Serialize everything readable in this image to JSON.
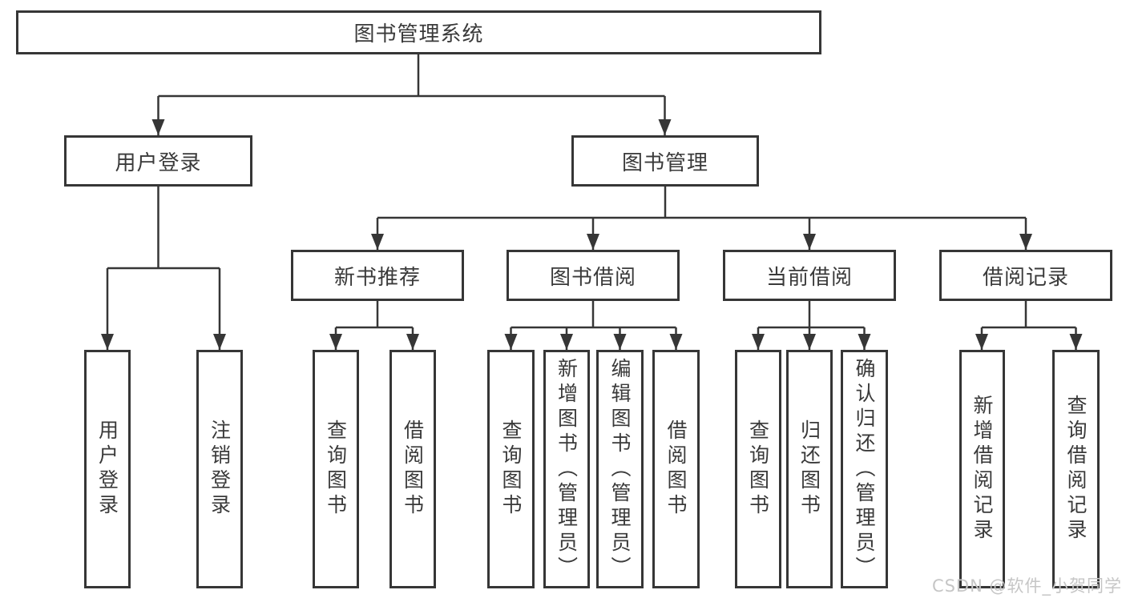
{
  "diagram": {
    "root": "图书管理系统",
    "level2": {
      "user_login": "用户登录",
      "book_management": "图书管理"
    },
    "level3": {
      "new_book": "新书推荐",
      "book_borrow": "图书借阅",
      "current_borrow": "当前借阅",
      "borrow_record": "借阅记录"
    },
    "leaves": {
      "user_login": [
        "用户登录",
        "注销登录"
      ],
      "new_book": [
        "查询图书",
        "借阅图书"
      ],
      "book_borrow": [
        "查询图书",
        "新增图书（管理员）",
        "编辑图书（管理员）",
        "借阅图书"
      ],
      "current_borrow": [
        "查询图书",
        "归还图书",
        "确认归还（管理员）"
      ],
      "borrow_record": [
        "新增借阅记录",
        "查询借阅记录"
      ]
    }
  },
  "watermark": "CSDN @软件_小贺同学",
  "colors": {
    "line": "#363636",
    "text": "#3a3a3a",
    "watermark": "#c6c6c6",
    "background": "#ffffff"
  }
}
